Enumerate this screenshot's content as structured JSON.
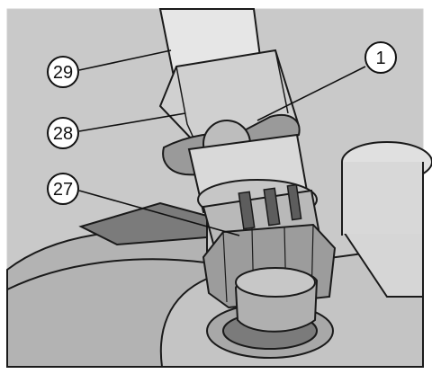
{
  "callouts": [
    {
      "id": "29",
      "label": "29"
    },
    {
      "id": "28",
      "label": "28"
    },
    {
      "id": "27",
      "label": "27"
    },
    {
      "id": "1",
      "label": "1"
    }
  ],
  "colors": {
    "frame": "#ffffff",
    "background": "#c9c9c9",
    "metal_light": "#d6d6d6",
    "metal_mid": "#a8a8a8",
    "metal_dark": "#7b7b7b",
    "outline": "#1a1a1a"
  }
}
